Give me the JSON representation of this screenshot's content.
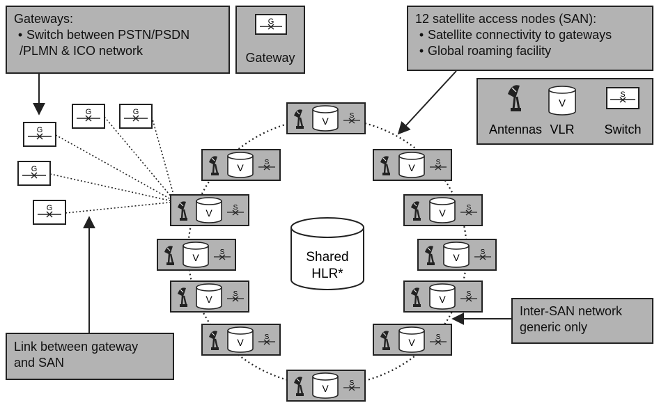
{
  "gateways_box": {
    "title": "Gateways:",
    "line1": "Switch between PSTN/PSDN",
    "line2": "/PLMN & ICO network",
    "bullet": "•"
  },
  "gateway_legend": {
    "label": "Gateway",
    "symbol_letter": "G"
  },
  "san_box": {
    "title": "12 satellite access nodes (SAN):",
    "bullets": [
      "Satellite connectivity to gateways",
      "Global roaming facility"
    ],
    "bullet": "•"
  },
  "legend": {
    "antennas": "Antennas",
    "vlr": "VLR",
    "switch": "Switch",
    "vlr_letter": "V",
    "switch_letter": "S"
  },
  "hlr": {
    "line1": "Shared",
    "line2": "HLR*"
  },
  "inter_san_box": {
    "line1": "Inter-SAN network",
    "line2": "generic only"
  },
  "link_box": {
    "line1": "Link between gateway",
    "line2": "and SAN"
  },
  "colors": {
    "panel_gray": "#b3b3b3",
    "outline": "#222222",
    "background": "#ffffff"
  },
  "icons": {
    "antenna": "satellite-dish-icon",
    "vlr": "vlr-cylinder-icon",
    "switch": "switch-icon",
    "gateway": "gateway-icon"
  }
}
